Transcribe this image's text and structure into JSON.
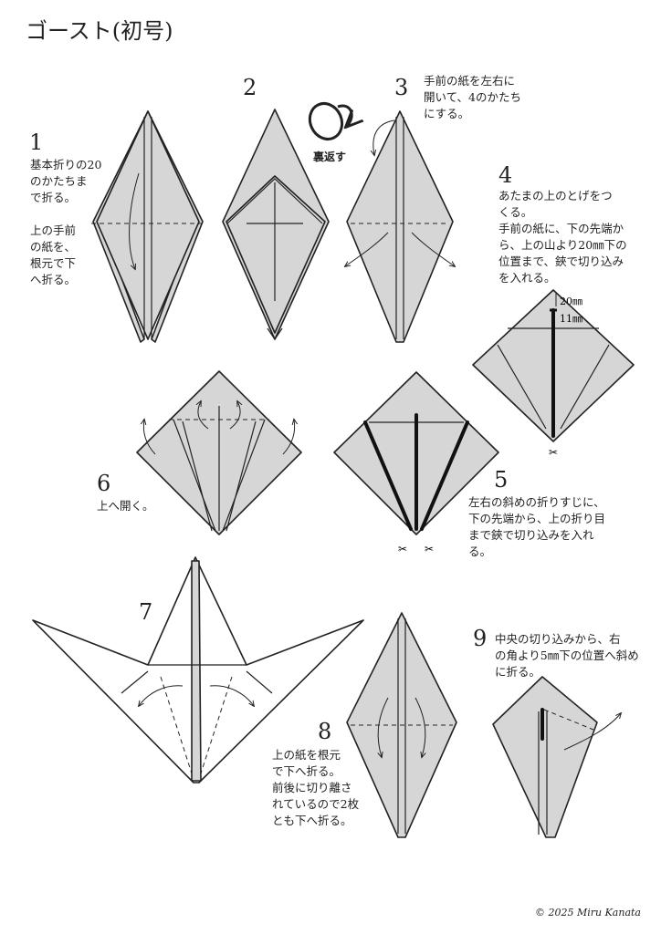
{
  "title": "ゴースト(初号)",
  "flip_label": "裏返す",
  "copyright": "© 2025 Miru Kanata",
  "steps": [
    {
      "num": "1",
      "text": "基本折りの20\nのかたちま\nで折る。\n\n上の手前\nの紙を、\n根元で下\nへ折る。"
    },
    {
      "num": "2",
      "text": ""
    },
    {
      "num": "3",
      "text": "手前の紙を左右に\n開いて、4のかたち\nにする。"
    },
    {
      "num": "4",
      "text": "あたまの上のとげをつ\nくる。\n手前の紙に、下の先端か\nら、上の山より20㎜下の\n位置まで、鋏で切り込み\nを入れる。"
    },
    {
      "num": "5",
      "text": "左右の斜めの折りすじに、\n下の先端から、上の折り目\nまで鋏で切り込みを入れ\nる。"
    },
    {
      "num": "6",
      "text": "上へ開く。"
    },
    {
      "num": "7",
      "text": ""
    },
    {
      "num": "8",
      "text": "上の紙を根元\nで下へ折る。\n前後に切り離さ\nれているので2枚\nとも下へ折る。"
    },
    {
      "num": "9",
      "text": "中央の切り込みから、右\nの角より5㎜下の位置へ斜め\nに折る。"
    }
  ],
  "dims": {
    "top": "20㎜",
    "bottom": "11㎜"
  },
  "scissor_icon": "scissors-icon",
  "colors": {
    "paper": "#d6d6d6",
    "ink": "#222222"
  }
}
